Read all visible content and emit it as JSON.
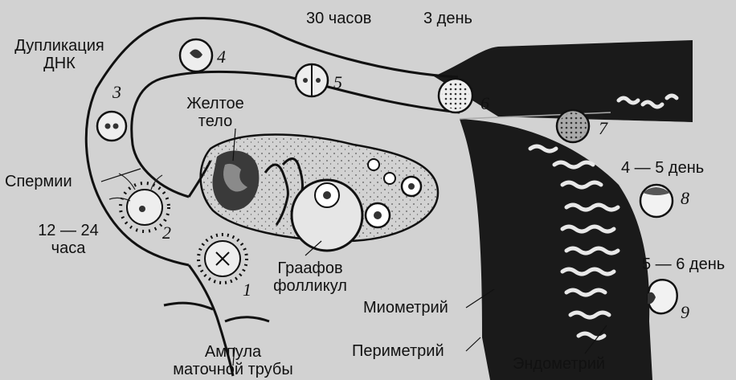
{
  "labels": {
    "dna_duplication": "Дупликация\nДНК",
    "hours_30": "30 часов",
    "day_3": "3 день",
    "corpus_luteum": "Желтое\nтело",
    "sperm": "Спермии",
    "hours_12_24": "12 — 24\nчаса",
    "graafian_follicle": "Граафов\nфолликул",
    "day_4_5": "4 — 5 день",
    "day_5_6": "5 — 6 день",
    "myometrium": "Миометрий",
    "perimetrium": "Периметрий",
    "endometrium": "Эндометрий",
    "ampulla": "Ампула\nматочной трубы"
  },
  "stage_numbers": [
    "1",
    "2",
    "3",
    "4",
    "5",
    "6",
    "7",
    "8",
    "9"
  ]
}
